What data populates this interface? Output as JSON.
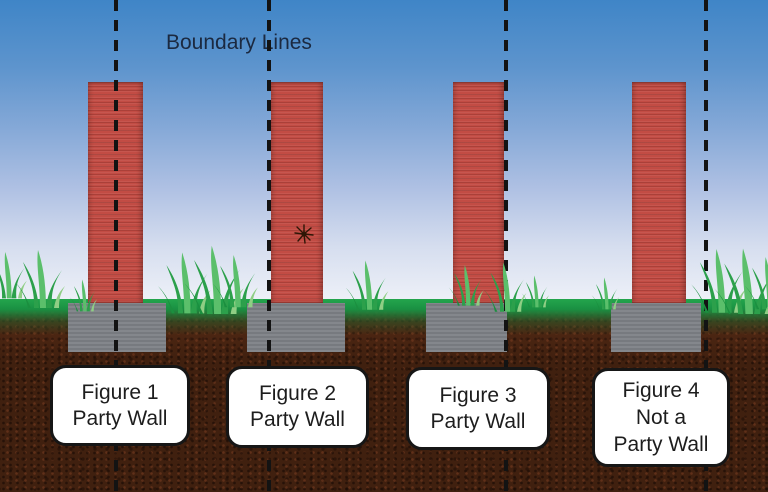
{
  "title": "Boundary Lines",
  "figures": [
    {
      "name": "Figure 1",
      "caption": [
        "Figure 1",
        "Party Wall"
      ]
    },
    {
      "name": "Figure 2",
      "caption": [
        "Figure 2",
        "Party Wall"
      ]
    },
    {
      "name": "Figure 3",
      "caption": [
        "Figure 3",
        "Party Wall"
      ]
    },
    {
      "name": "Figure 4",
      "caption": [
        "Figure 4",
        "Not a",
        "Party Wall"
      ]
    }
  ],
  "icons": {
    "spider": "spider-icon"
  },
  "colors": {
    "brick_wall": "#c24c44",
    "foundation": "#7d8186",
    "sky_top": "#3f85c7",
    "sky_bottom": "#eef1f8",
    "soil": "#40200f",
    "grass": "#24a54d",
    "boundary_line": "#131313",
    "title_text": "#1b2940",
    "caption_text": "#1d1d1d",
    "caption_background": "#ffffff"
  }
}
